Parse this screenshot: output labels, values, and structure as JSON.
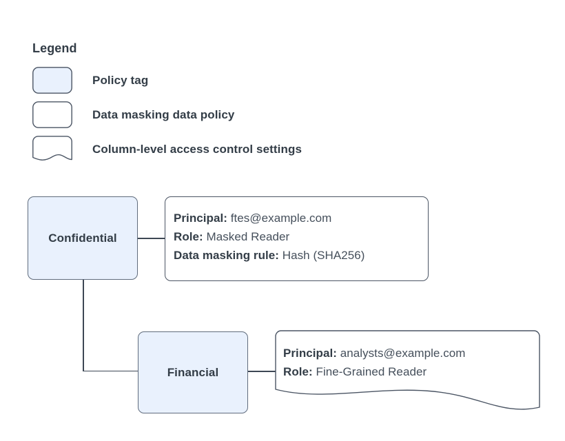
{
  "legend": {
    "title": "Legend",
    "items": [
      {
        "shape": "rounded-rect-filled",
        "label": "Policy tag",
        "fill": "#e9f1fd"
      },
      {
        "shape": "rounded-rect",
        "label": "Data masking data policy",
        "fill": "#ffffff"
      },
      {
        "shape": "wavy-bottom-note",
        "label": "Column-level access control settings",
        "fill": "#ffffff"
      }
    ]
  },
  "diagram": {
    "nodes": [
      {
        "id": "confidential",
        "label": "Confidential"
      },
      {
        "id": "financial",
        "label": "Financial"
      }
    ],
    "notes": [
      {
        "id": "note-confidential",
        "shape": "rounded-rect",
        "lines": [
          {
            "key": "Principal:",
            "value": " ftes@example.com"
          },
          {
            "key": "Role:",
            "value": " Masked Reader"
          },
          {
            "key": "Data masking rule:",
            "value": " Hash (SHA256)"
          }
        ]
      },
      {
        "id": "note-financial",
        "shape": "wavy-bottom-note",
        "lines": [
          {
            "key": "Principal:",
            "value": " analysts@example.com"
          },
          {
            "key": "Role:",
            "value": " Fine-Grained Reader"
          }
        ]
      }
    ]
  },
  "colors": {
    "node_fill": "#e9f1fd",
    "node_stroke": "#5f6b7c",
    "note_stroke": "#4a5463",
    "text": "#333d47",
    "value_text": "#454f5b",
    "background": "#ffffff"
  }
}
